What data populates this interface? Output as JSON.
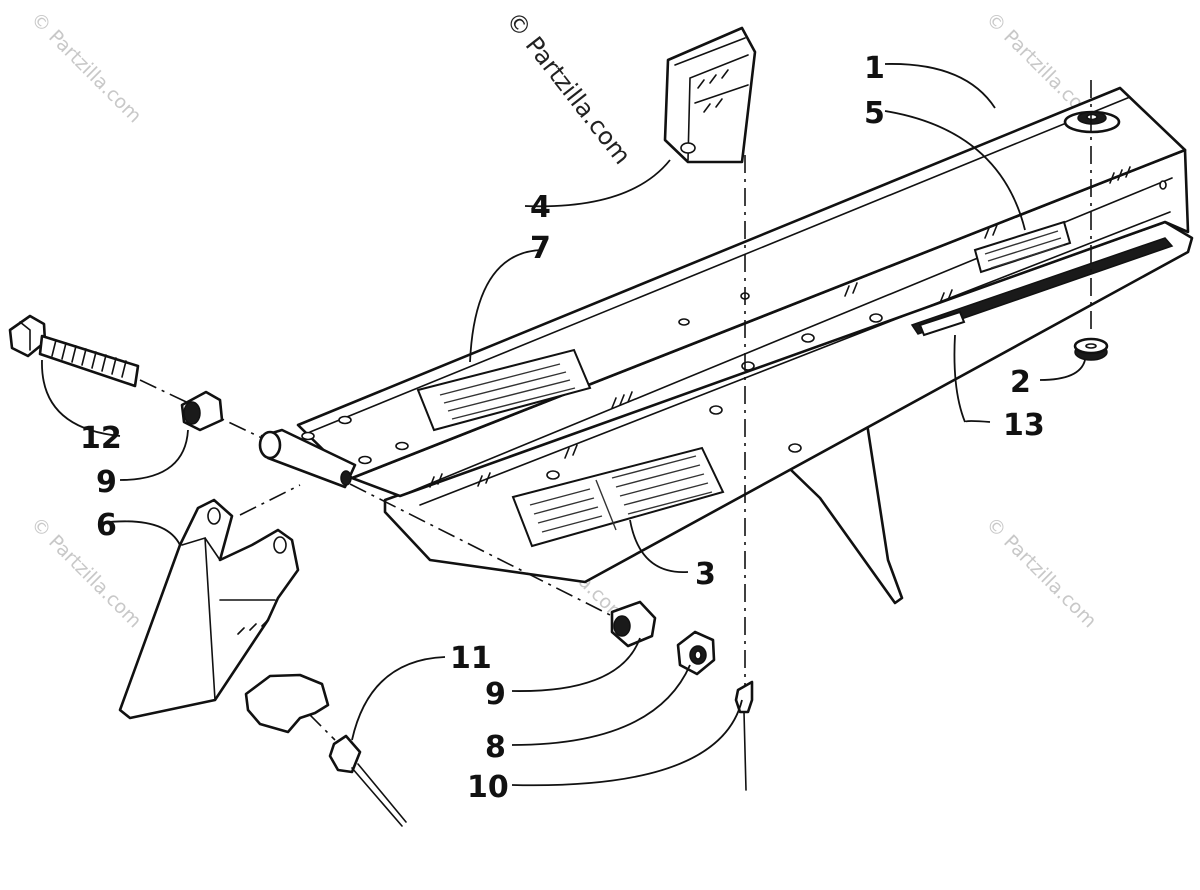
{
  "watermarks": {
    "main": "© Partzilla.com",
    "corner": "© Partzilla.com"
  },
  "callouts": [
    {
      "id": "c1",
      "text": "1"
    },
    {
      "id": "c2",
      "text": "2"
    },
    {
      "id": "c3",
      "text": "3"
    },
    {
      "id": "c4",
      "text": "4"
    },
    {
      "id": "c5",
      "text": "5"
    },
    {
      "id": "c6",
      "text": "6"
    },
    {
      "id": "c7",
      "text": "7"
    },
    {
      "id": "c8",
      "text": "8"
    },
    {
      "id": "c9a",
      "text": "9"
    },
    {
      "id": "c9b",
      "text": "9"
    },
    {
      "id": "c10",
      "text": "10"
    },
    {
      "id": "c11",
      "text": "11"
    },
    {
      "id": "c12",
      "text": "12"
    },
    {
      "id": "c13",
      "text": "13"
    }
  ],
  "colors": {
    "ink": "#111111",
    "background": "#ffffff",
    "watermark": "#c8c8c8"
  }
}
